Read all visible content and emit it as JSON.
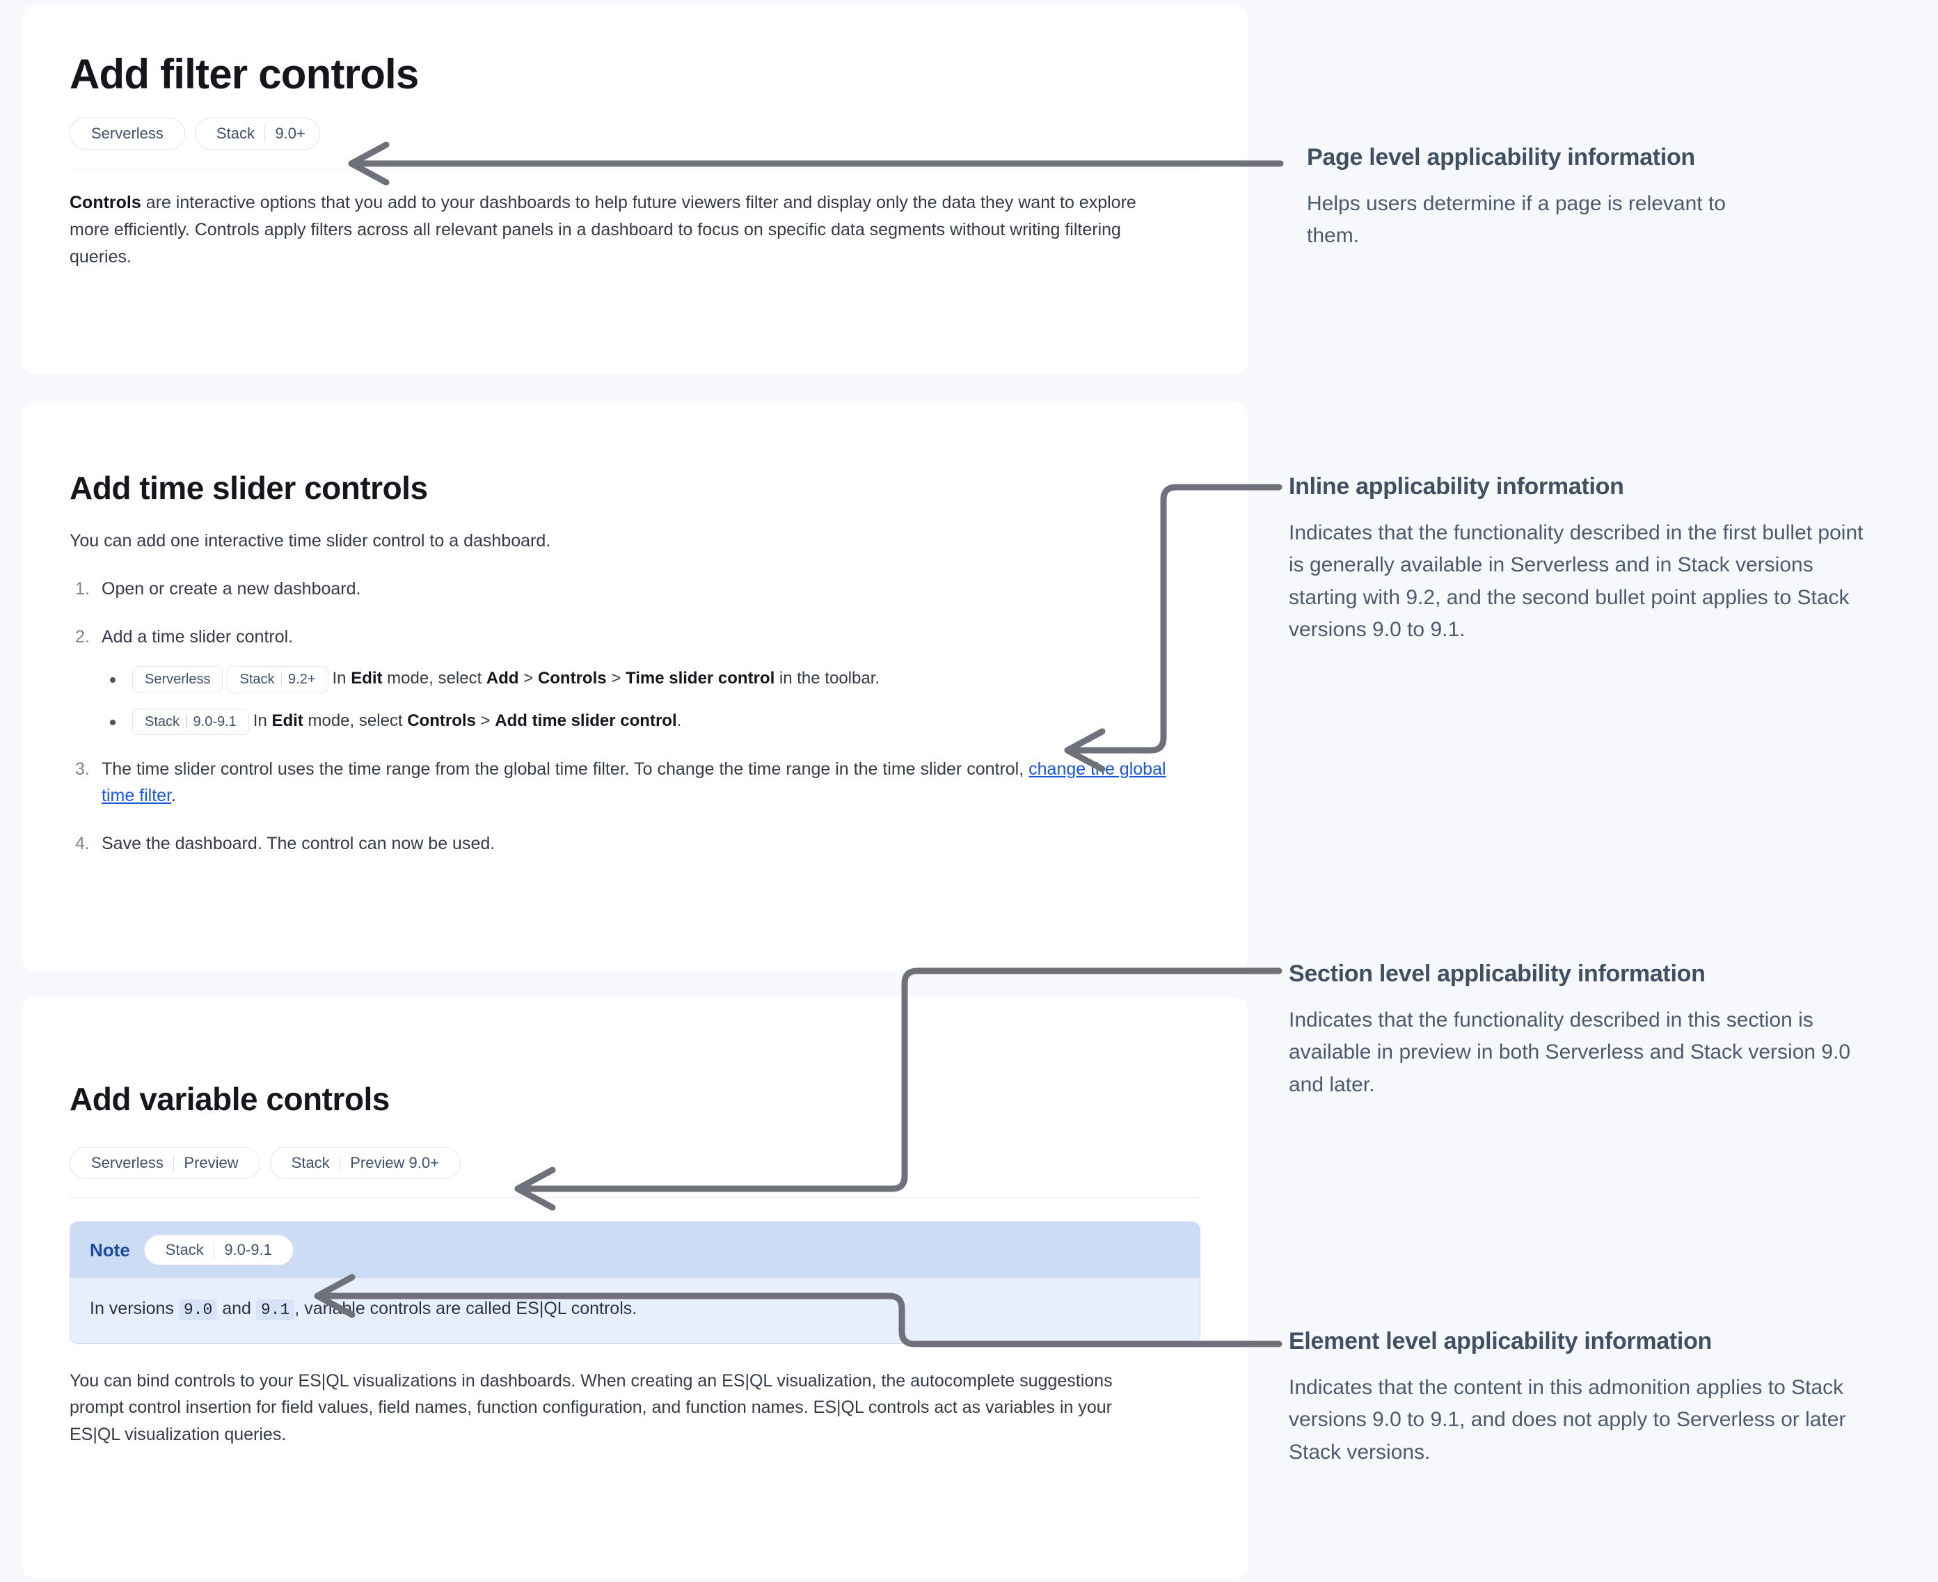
{
  "colors": {
    "page_bg": "#f7f8fc",
    "card_bg": "#ffffff",
    "connector": "#6e7179",
    "link": "#1a56db",
    "note_header_bg": "#ccdcf5",
    "note_body_bg": "#e7eefc",
    "note_label": "#1b4aa0",
    "badge_text": "#41506b",
    "annotation_title": "#414f63",
    "annotation_text": "#4d5a6d"
  },
  "page": {
    "title": "Add filter controls",
    "badges": [
      {
        "name": "Serverless"
      },
      {
        "name": "Stack",
        "version": "9.0+"
      }
    ],
    "intro_bold": "Controls",
    "intro_rest": " are interactive options that you add to your dashboards to help future viewers filter and display only the data they want to explore more efficiently. Controls apply filters across all relevant panels in a dashboard to focus on specific data segments without writing filtering queries."
  },
  "time_slider_section": {
    "title": "Add time slider controls",
    "lead": "You can add one interactive time slider control to a dashboard.",
    "steps": [
      {
        "text": "Open or create a new dashboard."
      },
      {
        "text": "Add a time slider control.",
        "bullets": [
          {
            "chips": [
              {
                "name": "Serverless"
              },
              {
                "name": "Stack",
                "version": "9.2+"
              }
            ],
            "parts": [
              {
                "t": "In ",
                "bold": false
              },
              {
                "t": "Edit",
                "bold": true
              },
              {
                "t": " mode, select ",
                "bold": false
              },
              {
                "t": "Add",
                "bold": true
              },
              {
                "t": " > ",
                "bold": false
              },
              {
                "t": "Controls",
                "bold": true
              },
              {
                "t": " > ",
                "bold": false
              },
              {
                "t": "Time slider control",
                "bold": true
              },
              {
                "t": " in the toolbar.",
                "bold": false
              }
            ]
          },
          {
            "chips": [
              {
                "name": "Stack",
                "version": "9.0-9.1"
              }
            ],
            "parts": [
              {
                "t": "In ",
                "bold": false
              },
              {
                "t": "Edit",
                "bold": true
              },
              {
                "t": " mode, select ",
                "bold": false
              },
              {
                "t": "Controls",
                "bold": true
              },
              {
                "t": " > ",
                "bold": false
              },
              {
                "t": "Add time slider control",
                "bold": true
              },
              {
                "t": ".",
                "bold": false
              }
            ]
          }
        ]
      },
      {
        "text_before_link": "The time slider control uses the time range from the global time filter. To change the time range in the time slider control, ",
        "link_text": "change the global time filter",
        "text_after_link": "."
      },
      {
        "text": "Save the dashboard. The control can now be used."
      }
    ]
  },
  "variable_section": {
    "title": "Add variable controls",
    "badges": [
      {
        "name": "Serverless",
        "version": "Preview"
      },
      {
        "name": "Stack",
        "version": "Preview 9.0+"
      }
    ],
    "note": {
      "label": "Note",
      "chip": {
        "name": "Stack",
        "version": "9.0-9.1"
      },
      "body_parts": [
        {
          "t": "In versions ",
          "code": false
        },
        {
          "t": "9.0",
          "code": true
        },
        {
          "t": " and ",
          "code": false
        },
        {
          "t": "9.1",
          "code": true
        },
        {
          "t": ", variable controls are called ES|QL controls.",
          "code": false
        }
      ]
    },
    "paragraph": "You can bind controls to your ES|QL visualizations in dashboards. When creating an ES|QL visualization, the autocomplete suggestions prompt control insertion for field values, field names, function configuration, and function names. ES|QL controls act as variables in your ES|QL visualization queries."
  },
  "annotations": [
    {
      "id": "page",
      "title": "Page level applicability information",
      "text": "Helps users determine if a page is relevant to them."
    },
    {
      "id": "inline",
      "title": "Inline applicability information",
      "text": "Indicates that the functionality described in the first bullet point is generally available in Serverless and in Stack versions starting with 9.2, and the second bullet point applies to Stack versions 9.0 to 9.1."
    },
    {
      "id": "section",
      "title": "Section level applicability information",
      "text": "Indicates that the functionality described in this section is available in preview in both Serverless and Stack version 9.0 and later."
    },
    {
      "id": "element",
      "title": "Element level applicability information",
      "text": "Indicates that the content in this admonition applies to Stack versions 9.0 to 9.1, and does not apply to Serverless or later Stack versions."
    }
  ]
}
